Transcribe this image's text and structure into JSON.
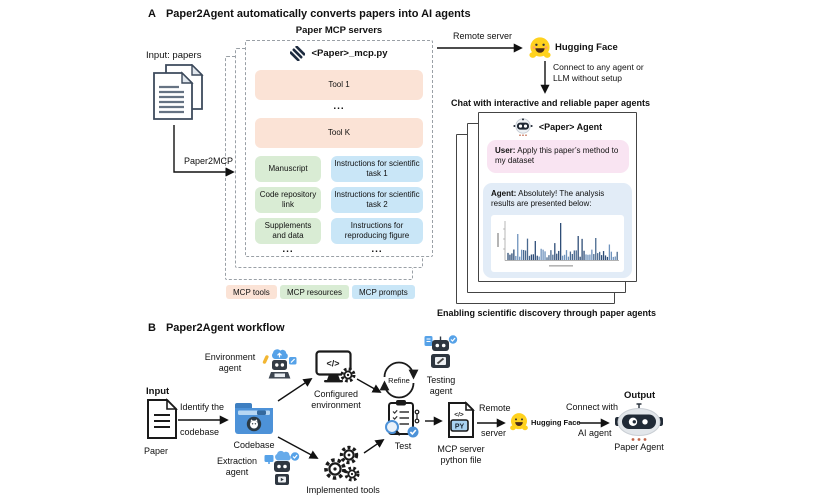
{
  "panel_a": {
    "label": "A",
    "title": "Paper2Agent automatically converts papers into AI agents",
    "input_label": "Input: papers",
    "paper2mcp_label": "Paper2MCP",
    "mcp_servers_title": "Paper MCP servers",
    "server_filename": "<Paper>_mcp.py",
    "tool_1": "Tool 1",
    "tool_k": "Tool K",
    "ellipsis": "...",
    "resources": [
      "Manuscript",
      "Code repository link",
      "Supplements and data"
    ],
    "prompts": [
      "Instructions for scientific task 1",
      "Instructions for scientific task 2",
      "Instructions for reproducing figure"
    ],
    "legend": [
      {
        "label": "MCP tools",
        "color": "#fbe3d6"
      },
      {
        "label": "MCP resources",
        "color": "#d9ecd4"
      },
      {
        "label": "MCP prompts",
        "color": "#c9e6f7"
      }
    ],
    "remote_server_label": "Remote server",
    "hugging_face_label": "Hugging Face",
    "connect_note": "Connect to any agent or LLM without setup",
    "chat_heading": "Chat with interactive and reliable paper agents",
    "chat": {
      "agent_name": "<Paper> Agent",
      "user_prefix": "User:",
      "user_message": "Apply this paper’s method to my dataset",
      "agent_prefix": "Agent:",
      "agent_message": "Absolutely! The analysis results are presented below:"
    },
    "caption": "Enabling scientific discovery through paper agents"
  },
  "panel_b": {
    "label": "B",
    "title": "Paper2Agent workflow",
    "input_label": "Input",
    "paper_label": "Paper",
    "identify_line1": "Identify the",
    "identify_line2": "codebase",
    "codebase_label": "Codebase",
    "environment_agent_label": "Environment agent",
    "extraction_agent_label": "Extraction agent",
    "configured_env_label": "Configured environment",
    "implemented_tools_label": "Implemented tools",
    "refine_label": "Refine",
    "testing_agent_label": "Testing agent",
    "test_label": "Test",
    "mcp_file_label": "MCP server python file",
    "remote_line1": "Remote",
    "remote_line2": "server",
    "hugging_face_label": "Hugging Face",
    "connect_line1": "Connect with",
    "connect_line2": "AI agent",
    "output_label": "Output",
    "paper_agent_label": "Paper Agent",
    "py_badge": "PY",
    "code_glyph": "</>"
  },
  "colors": {
    "accent_blue": "#4d92d8",
    "hf_yellow": "#ffd21e",
    "tools_peach": "#fbe3d6",
    "resources_green": "#d9ecd4",
    "prompts_blue": "#c9e6f7",
    "user_bubble_pink": "#f9e4f2",
    "agent_bubble_blue": "#e2ecf7",
    "plot_navy": "#2e4d77"
  }
}
